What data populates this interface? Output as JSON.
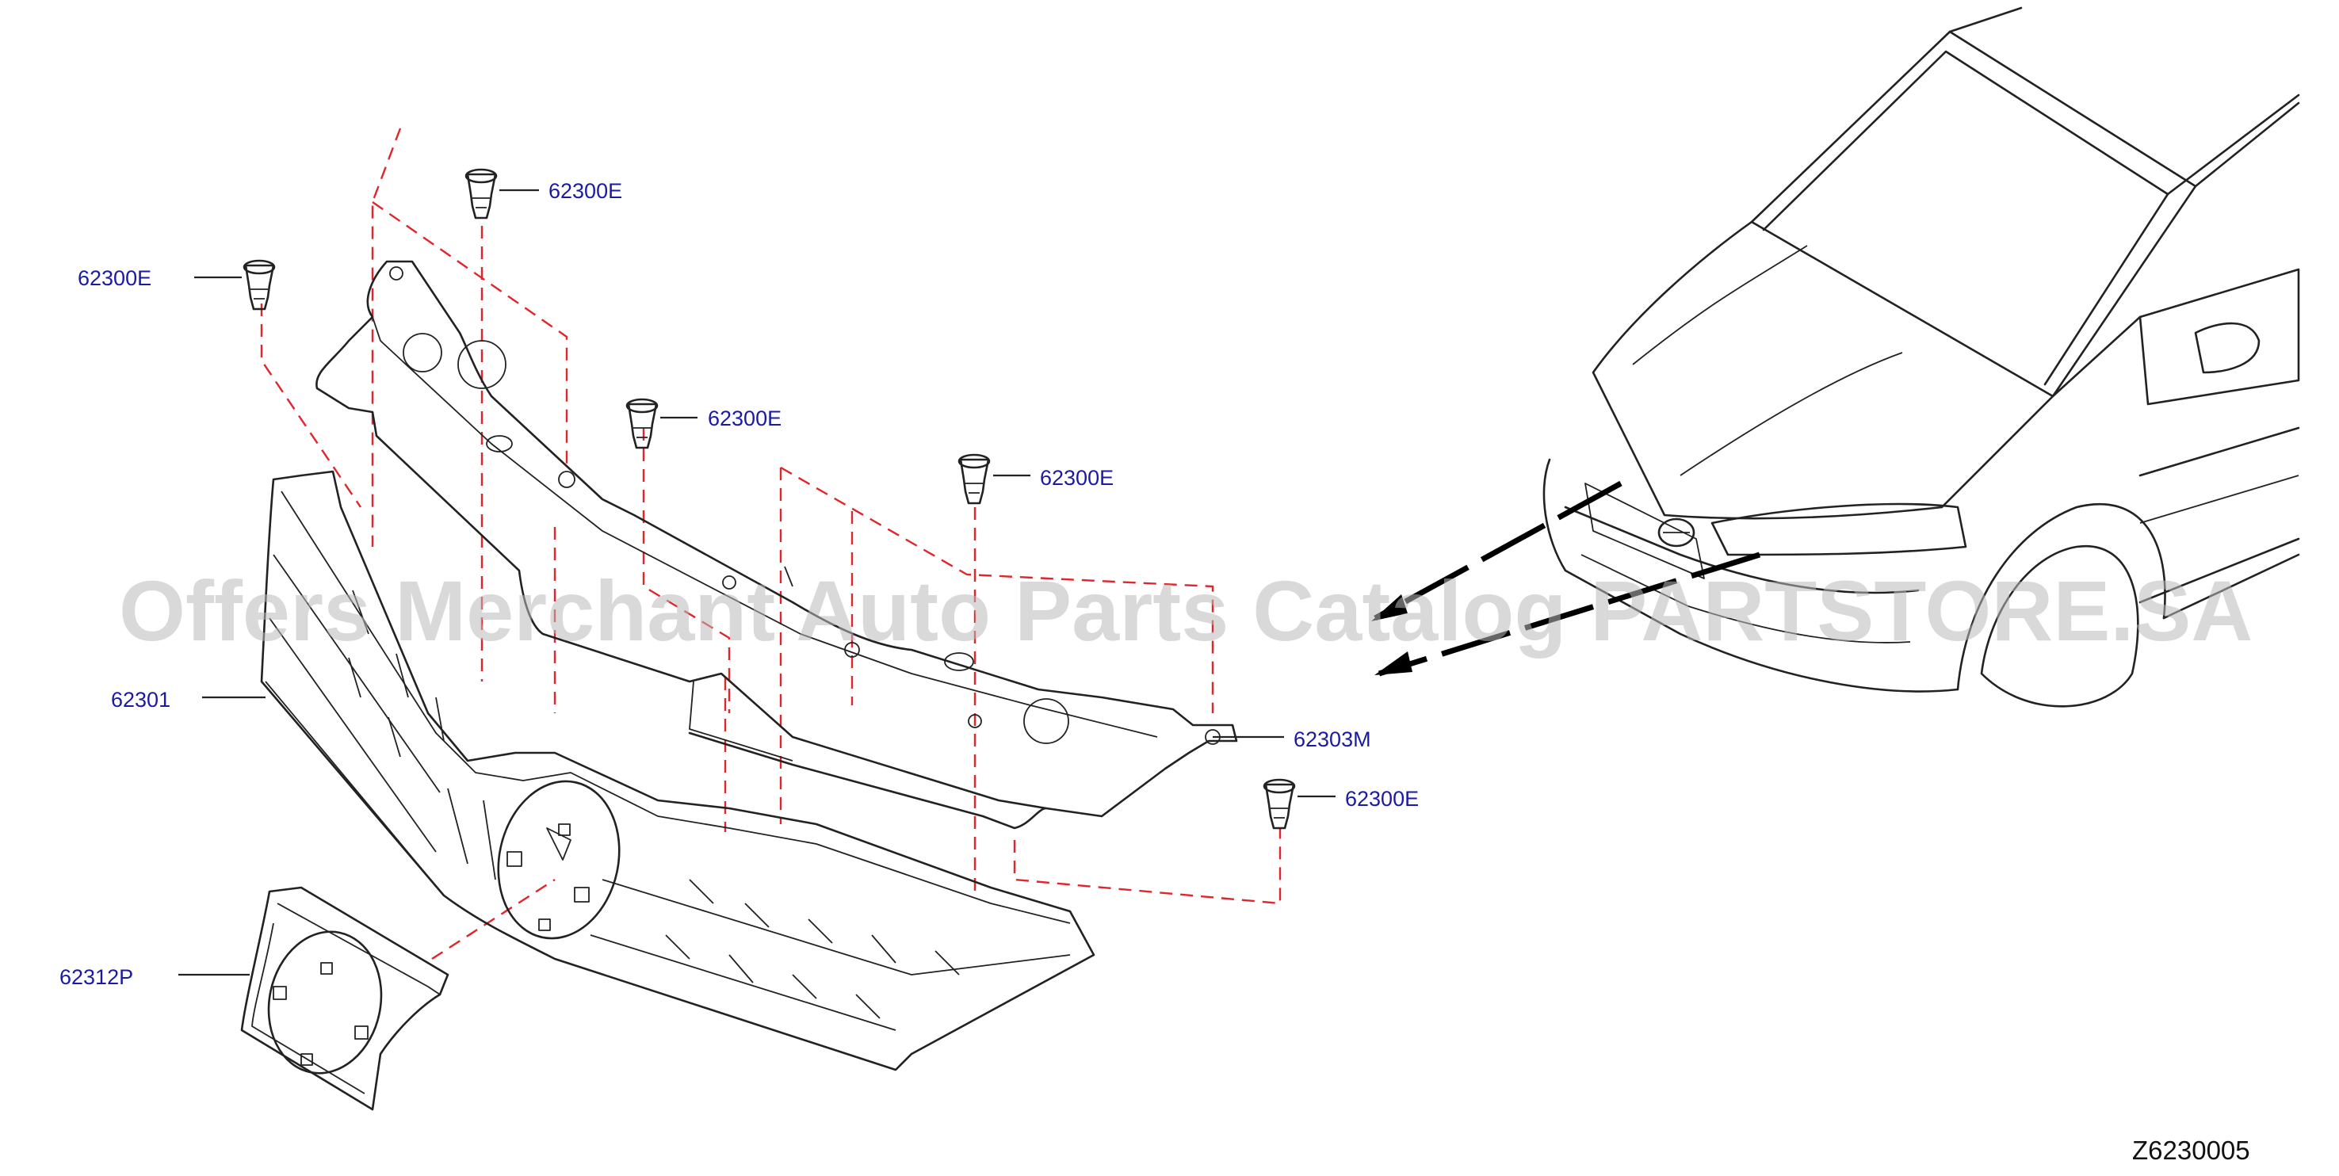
{
  "diagram": {
    "parts": {
      "clip_a": "62300E",
      "clip_b": "62300E",
      "clip_c": "62300E",
      "clip_d": "62300E",
      "clip_e": "62300E",
      "grille": "62301",
      "emblem_base": "62312P",
      "seal_bracket": "62303M"
    },
    "drawing_code": "Z6230005",
    "watermark": "Offers Merchant Auto Parts Catalog PARTSTORE.SA"
  },
  "colors": {
    "label_text": "#1a1aa6",
    "guide_dash": "#e0262c",
    "line_art": "#222222",
    "watermark": "#b9b9b9"
  }
}
